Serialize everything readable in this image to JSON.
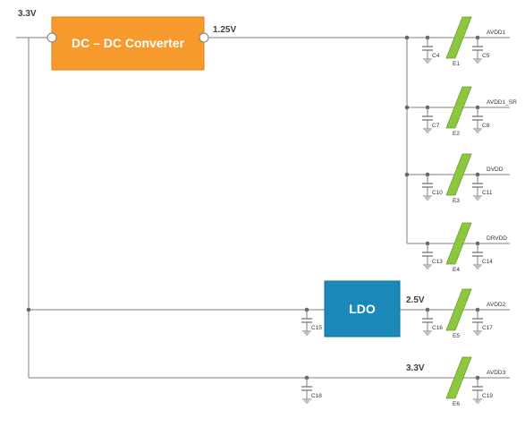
{
  "colors": {
    "dcdc_fill": "#f79a2e",
    "ldo_fill": "#1a88b8",
    "ferrite_fill": "#8dc63f",
    "wire": "#7f7f7f"
  },
  "input_voltage": "3.3V",
  "dcdc": {
    "label": "DC – DC Converter",
    "output_voltage": "1.25V"
  },
  "ldo": {
    "label": "LDO",
    "output_voltage": "2.5V"
  },
  "direct_rail_voltage": "3.3V",
  "rails": [
    {
      "name": "AVDD1",
      "c_left": "C4",
      "ferrite": "E1",
      "c_right": "C5"
    },
    {
      "name": "AVDD1_SR",
      "c_left": "C7",
      "ferrite": "E2",
      "c_right": "C8"
    },
    {
      "name": "DVDD",
      "c_left": "C10",
      "ferrite": "E3",
      "c_right": "C11"
    },
    {
      "name": "DRVDD",
      "c_left": "C13",
      "ferrite": "E4",
      "c_right": "C14"
    },
    {
      "name": "AVDD2",
      "c_left": "C16",
      "ferrite": "E5",
      "c_right": "C17"
    },
    {
      "name": "AVDD3",
      "c_left": "",
      "ferrite": "E6",
      "c_right": "C19"
    }
  ],
  "ldo_input_cap": "C15",
  "bypass_cap": "C18"
}
